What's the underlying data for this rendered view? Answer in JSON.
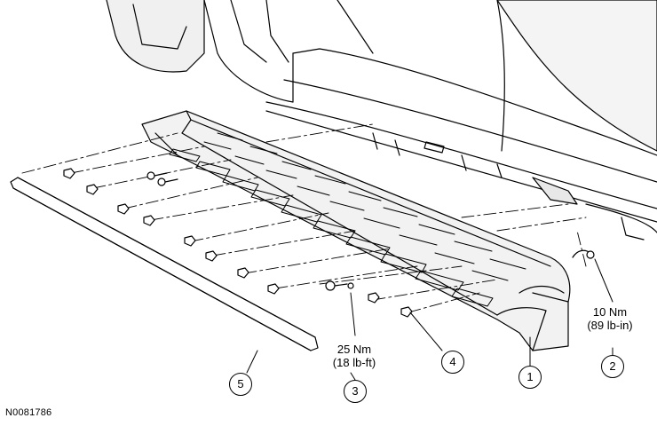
{
  "callouts": [
    {
      "number": "1",
      "part": "running-board"
    },
    {
      "number": "2",
      "part": "bracket-bolt"
    },
    {
      "number": "3",
      "part": "running-board-nut"
    },
    {
      "number": "4",
      "part": "push-pin-retainer"
    },
    {
      "number": "5",
      "part": "trim-molding"
    }
  ],
  "torque": {
    "callout_2": {
      "metric": "10 Nm",
      "imperial": "(89 lb-in)"
    },
    "callout_3": {
      "metric": "25 Nm",
      "imperial": "(18 lb-ft)"
    }
  },
  "diagram_id": "N0081786",
  "colors": {
    "line": "#000000",
    "background": "#ffffff",
    "body_gray": "#e8e8e8"
  }
}
